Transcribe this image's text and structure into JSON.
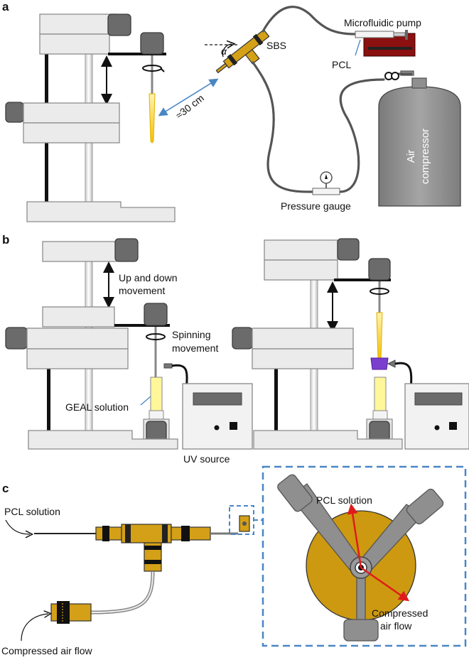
{
  "panels": {
    "a": "a",
    "b": "b",
    "c": "c"
  },
  "panel_a": {
    "alpha": "α",
    "sbs": "SBS",
    "pump": "Microfluidic pump",
    "pcl": "PCL",
    "distance": "≈30 cm",
    "compressor_line1": "Air",
    "compressor_line2": "compressor",
    "gauge": "Pressure gauge"
  },
  "panel_b": {
    "updown_line1": "Up and down",
    "updown_line2": "movement",
    "spinning_line1": "Spinning",
    "spinning_line2": "movement",
    "geal": "GEAL solution",
    "uv": "UV source"
  },
  "panel_c": {
    "pcl_solution_left": "PCL solution",
    "compressed_left": "Compressed air flow",
    "pcl_solution_right": "PCL solution",
    "compressed_right_line1": "Compressed",
    "compressed_right_line2": "air flow"
  },
  "colors": {
    "brass": "#d4a017",
    "pump_red": "#8b1010",
    "uv_violet": "#7b3fd0",
    "fiber_yellow": "#f5c000",
    "distance_blue": "#4a86c5",
    "inset_dash_blue": "#4a86c5",
    "arrow_red": "#e01b1b"
  }
}
